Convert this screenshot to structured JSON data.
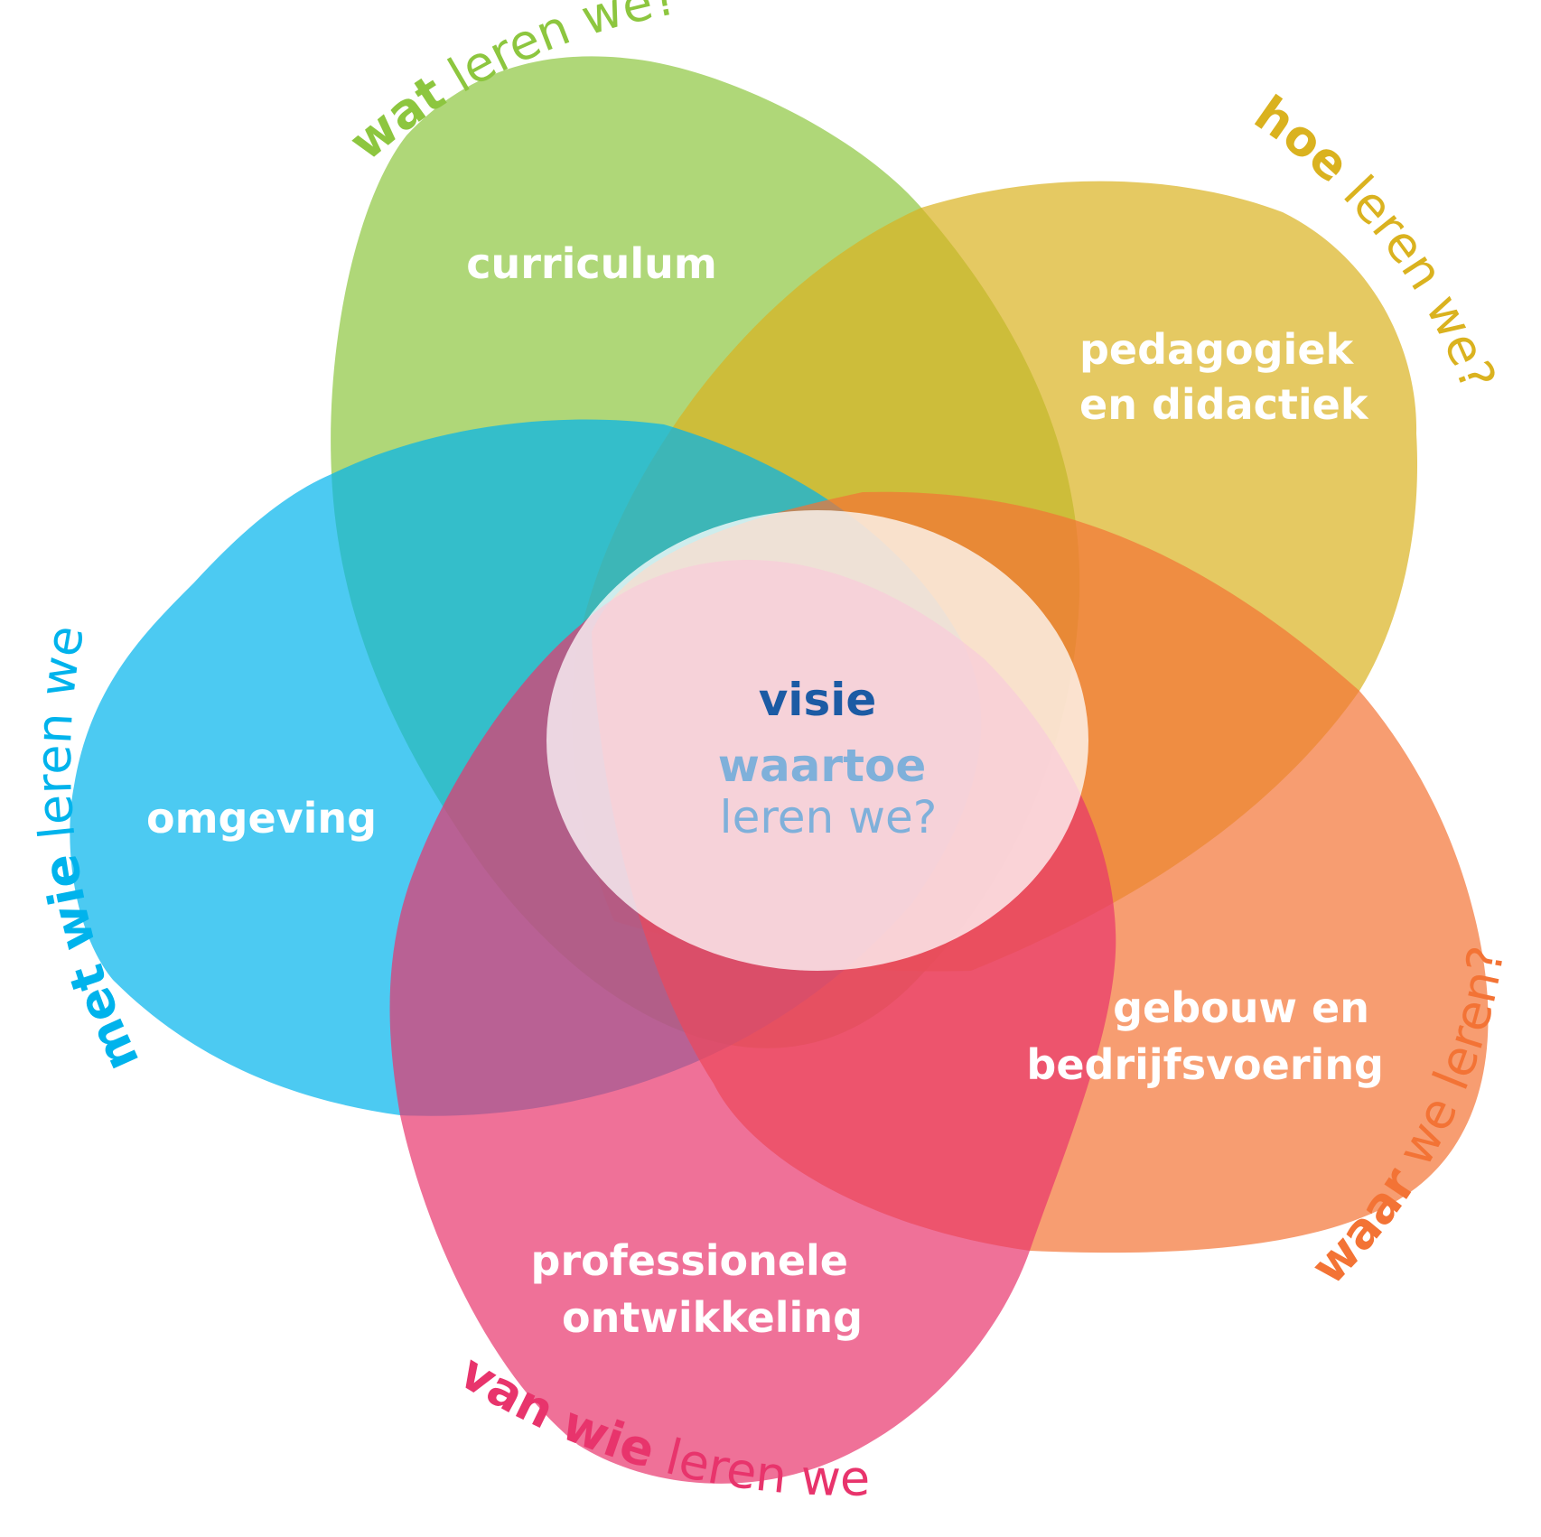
{
  "colors": {
    "green": "#8dc63f",
    "yellow": "#dab21f",
    "blue": "#00b3ec",
    "orange": "#f37335",
    "pink": "#e8346c",
    "visie": "#1c5ba4",
    "question": "#7fb0da"
  },
  "petals": [
    {
      "key": "curriculum",
      "color": "#8dc63f",
      "label": [
        "curriculum"
      ],
      "question_bold": "wat",
      "question_rest": "leren we?"
    },
    {
      "key": "pedagogiek",
      "color": "#dab21f",
      "label": [
        "pedagogiek",
        "en didactiek"
      ],
      "question_bold": "hoe",
      "question_rest": "leren we?"
    },
    {
      "key": "omgeving",
      "color": "#00b3ec",
      "label": [
        "omgeving"
      ],
      "question_bold": "met wie",
      "question_rest": "leren we?"
    },
    {
      "key": "gebouw",
      "color": "#f37335",
      "label": [
        "gebouw en",
        "bedrijfsvoering"
      ],
      "question_bold": "waar",
      "question_rest": "we leren?"
    },
    {
      "key": "professionele",
      "color": "#e8346c",
      "label": [
        "professionele",
        "ontwikkeling"
      ],
      "question_bold": "van wie",
      "question_rest": "leren we?"
    }
  ],
  "center": {
    "title": "visie",
    "question_bold": "waartoe",
    "question_rest": "leren we?"
  }
}
